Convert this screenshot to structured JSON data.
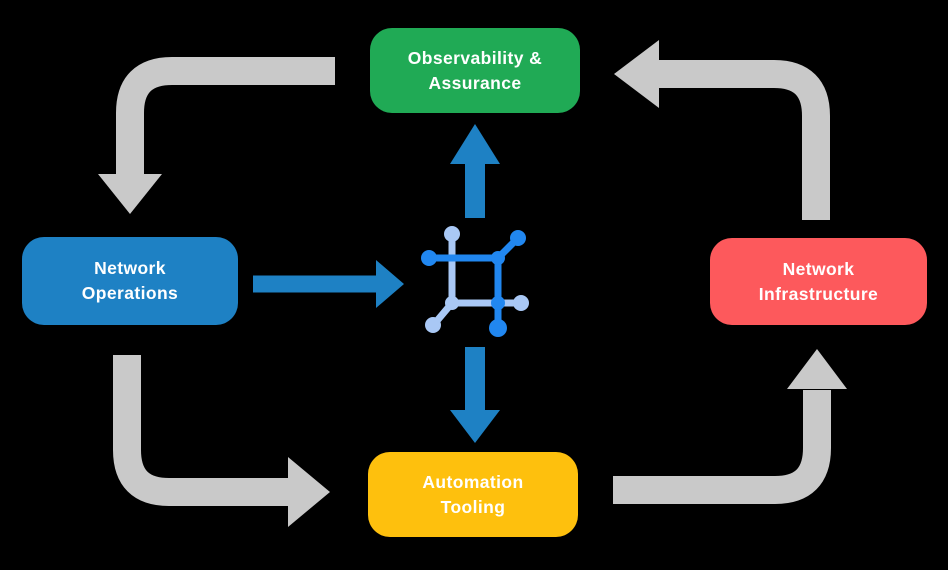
{
  "diagram": {
    "title": "network automation lifecycle diagram",
    "background_color": "#000000",
    "nodes": [
      {
        "id": "observability",
        "label": "Observability &\nAssurance",
        "color": "#20aa55",
        "text_color": "#ffffff"
      },
      {
        "id": "operations",
        "label": "Network\nOperations",
        "color": "#1e81c4",
        "text_color": "#ffffff"
      },
      {
        "id": "infrastructure",
        "label": "Network\nInfrastructure",
        "color": "#fd595c",
        "text_color": "#ffffff"
      },
      {
        "id": "automation",
        "label": "Automation\nTooling",
        "color": "#fec00d",
        "text_color": "#ffffff"
      }
    ],
    "center_icon": {
      "name": "network-fabric-icon",
      "primary_color": "#2187f0",
      "secondary_color": "#a9c8f5"
    },
    "cycle_arrows": {
      "color": "#c9c9c9",
      "items": [
        {
          "id": "observability-to-operations",
          "from": "observability",
          "to": "operations"
        },
        {
          "id": "operations-to-automation",
          "from": "operations",
          "to": "automation"
        },
        {
          "id": "automation-to-infrastructure",
          "from": "automation",
          "to": "infrastructure"
        },
        {
          "id": "infrastructure-to-observability",
          "from": "infrastructure",
          "to": "observability"
        }
      ]
    },
    "hub_arrows": {
      "color": "#1e81c4",
      "items": [
        {
          "id": "operations-to-hub",
          "direction": "right"
        },
        {
          "id": "hub-to-observability",
          "direction": "up"
        },
        {
          "id": "hub-to-automation",
          "direction": "down"
        }
      ]
    }
  }
}
